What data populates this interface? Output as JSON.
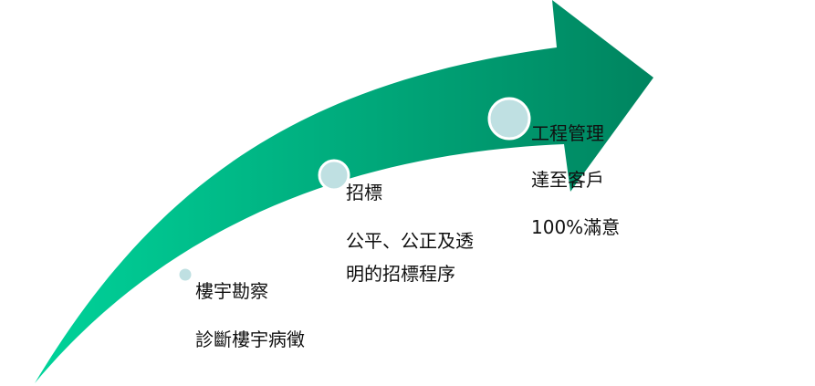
{
  "colors": {
    "arrow_start": "#00d39a",
    "arrow_end": "#00845f",
    "dot_fill": "#bfe0e2",
    "dot_stroke": "#ffffff",
    "text": "#111111"
  },
  "stages": [
    {
      "title": "樓宇勘察",
      "desc": [
        "診斷樓宇病徵"
      ]
    },
    {
      "title": "招標",
      "desc": [
        "公平、公正及透",
        "明的招標程序"
      ]
    },
    {
      "title": "工程管理",
      "desc": [
        "達至客戶",
        "100%滿意"
      ]
    }
  ]
}
